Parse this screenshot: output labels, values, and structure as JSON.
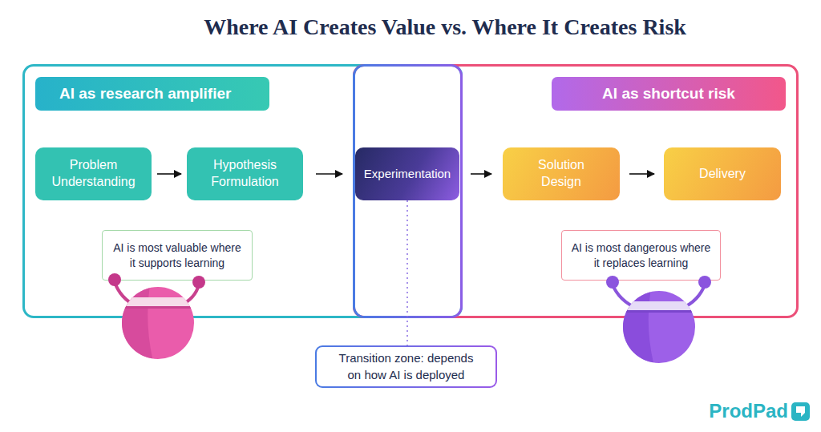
{
  "diagram": {
    "title": "Where AI Creates Value vs. Where It Creates Risk",
    "nodes": [
      {
        "text": [
          "AI as research amplifier"
        ]
      },
      {
        "text": [
          "Problem Understanding"
        ],
        "in": 0
      },
      {
        "text": [
          "Hypothesis Formulation"
        ],
        "in": 0
      },
      {
        "text": [
          "AI is most valuable where it supports learning"
        ],
        "in": 0
      },
      {
        "text": [
          "Experimentation"
        ]
      },
      {
        "text": [
          "AI as shortcut risk"
        ]
      },
      {
        "text": [
          "Solution Design"
        ],
        "in": 5
      },
      {
        "text": [
          "Delivery"
        ],
        "in": 5
      },
      {
        "text": [
          "AI is most dangerous where it replaces learning"
        ],
        "in": 5
      },
      {
        "text": [
          "Transition zone: depends on how AI is deployed"
        ]
      }
    ],
    "edges": [
      {
        "from": 1,
        "to": 2,
        "arrow": "to"
      },
      {
        "from": 2,
        "to": 4,
        "arrow": "to"
      },
      {
        "from": 4,
        "to": 6,
        "arrow": "to"
      },
      {
        "from": 6,
        "to": 7,
        "arrow": "to"
      },
      {
        "from": 4,
        "to": 9,
        "arrow": "none"
      }
    ],
    "labels": [
      "ProdPad"
    ]
  }
}
